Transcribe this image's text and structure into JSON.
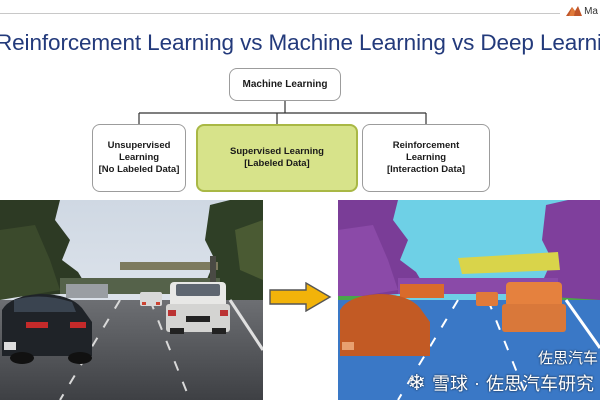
{
  "brand": {
    "logo_text": "Ma"
  },
  "slide": {
    "title": "Reinforcement Learning vs Machine Learning vs Deep Learning"
  },
  "diagram": {
    "root": "Machine Learning",
    "children": [
      {
        "line1": "Unsupervised",
        "line2": "Learning",
        "line3": "[No Labeled Data]"
      },
      {
        "line1": "Supervised Learning",
        "line2": "[Labeled Data]"
      },
      {
        "line1": "Reinforcement",
        "line2": "Learning",
        "line3": "[Interaction Data]"
      }
    ]
  },
  "colors": {
    "title": "#233a7b",
    "supervised_fill": "#d7e38a",
    "arrow": "#f2b30a"
  },
  "watermark": {
    "channel": "佐思汽车",
    "site": "雪球",
    "separator": "·",
    "author": "佐思汽车研究"
  }
}
